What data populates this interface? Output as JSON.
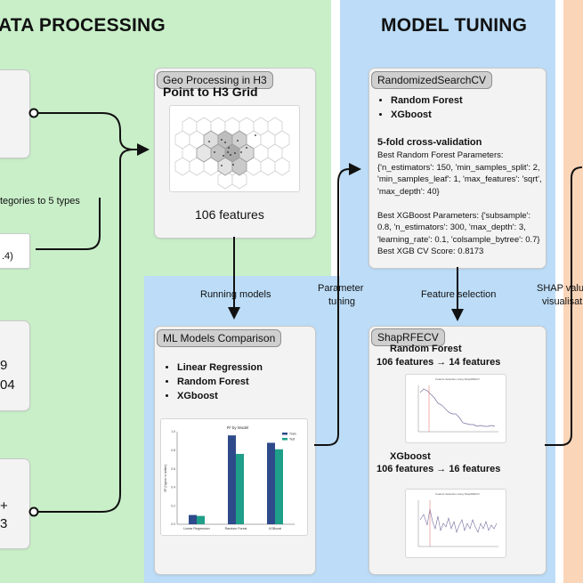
{
  "sections": {
    "data_processing": "ATA PROCESSING",
    "model_tuning": "MODEL TUNING"
  },
  "left_fragments": {
    "categories": "tegories to 5 types",
    "value_fragment": ".4)",
    "num1": "9",
    "num2": "04",
    "sym1": "+",
    "sym2": "3"
  },
  "geo": {
    "tag": "Geo Processing in H3",
    "title": "Point to H3 Grid",
    "features": "106 features"
  },
  "edges": {
    "running_models": "Running models",
    "parameter_tuning_1": "Parameter",
    "parameter_tuning_2": "tuning",
    "feature_selection": "Feature selection",
    "shap_1": "SHAP value",
    "shap_2": "visualisat"
  },
  "rscv": {
    "tag": "RandomizedSearchCV",
    "models": [
      "Random Forest",
      "XGboost"
    ],
    "cv_title": "5-fold cross-validation",
    "lines": [
      "Best Random Forest Parameters:",
      "{'n_estimators': 150, 'min_samples_split': 2,",
      "'min_samples_leaf': 1, 'max_features': 'sqrt',",
      "'max_depth': 40}",
      "",
      "Best XGBoost Parameters: {'subsample':",
      "0.8, 'n_estimators': 300, 'max_depth': 3,",
      "'learning_rate': 0.1, 'colsample_bytree': 0.7}",
      "Best XGB CV Score: 0.8173"
    ]
  },
  "ml": {
    "tag": "ML Models Comparison",
    "models": [
      "Linear Regression",
      "Random Forest",
      "XGboost"
    ]
  },
  "shap": {
    "tag": "ShapRFECV",
    "rf_title": "Random Forest",
    "rf_result": "106 features → 14 features",
    "xgb_title": "XGboost",
    "xgb_result": "106 features → 16 features"
  },
  "chart_data": {
    "type": "bar",
    "title": "R² by Model",
    "ylabel": "R² (higher is better)",
    "categories": [
      "Linear Regression",
      "Random Forest",
      "XGBoost"
    ],
    "series": [
      {
        "name": "Train",
        "values": [
          0.1,
          0.96,
          0.88
        ],
        "color": "#2e4a8a"
      },
      {
        "name": "Test",
        "values": [
          0.09,
          0.76,
          0.81
        ],
        "color": "#1f9e89"
      }
    ],
    "ylim": [
      0,
      1.0
    ],
    "yticks": [
      "0.0",
      "0.2",
      "0.4",
      "0.6",
      "0.8",
      "1.0"
    ]
  }
}
